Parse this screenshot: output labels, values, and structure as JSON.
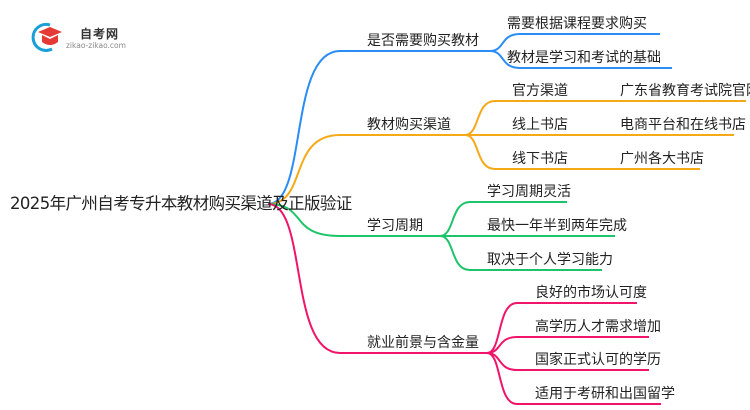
{
  "logo": {
    "title": "自考网",
    "url": "zikao-zikao.com"
  },
  "colors": {
    "blue": "#2a8cf5",
    "orange": "#f5a818",
    "green": "#1ec46a",
    "pink": "#f0156a"
  },
  "root": "2025年广州自考专升本教材购买渠道及正版验证",
  "branches": [
    {
      "label": "是否需要购买教材",
      "children": [
        "需要根据课程要求购买",
        "教材是学习和考试的基础"
      ]
    },
    {
      "label": "教材购买渠道",
      "children": [
        {
          "label": "官方渠道",
          "detail": "广东省教育考试院官网"
        },
        {
          "label": "线上书店",
          "detail": "电商平台和在线书店"
        },
        {
          "label": "线下书店",
          "detail": "广州各大书店"
        }
      ]
    },
    {
      "label": "学习周期",
      "children": [
        "学习周期灵活",
        "最快一年半到两年完成",
        "取决于个人学习能力"
      ]
    },
    {
      "label": "就业前景与含金量",
      "children": [
        "良好的市场认可度",
        "高学历人才需求增加",
        "国家正式认可的学历",
        "适用于考研和出国留学"
      ]
    }
  ]
}
